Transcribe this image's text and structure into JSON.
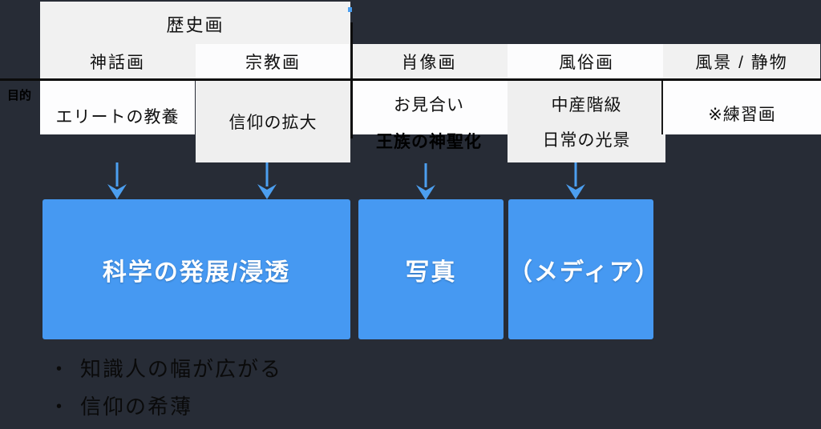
{
  "colors": {
    "background": "#272C36",
    "gray_box": "#F1F1F1",
    "white_box": "#FCFCFD",
    "gray_cell": "#EFEFEF",
    "white_cell": "#FDFDFE",
    "blue_box": "#4699F2",
    "arrow_blue": "#4C9FF0",
    "line_black": "#0B0B0B",
    "blue_box_text": "#FFFFFF"
  },
  "axis": {
    "label": "目的"
  },
  "history_group": {
    "title": "歴史画"
  },
  "columns": [
    {
      "header": "神話画",
      "purpose": "エリートの教養"
    },
    {
      "header": "宗教画",
      "purpose": "信仰の拡大"
    },
    {
      "header": "肖像画",
      "purpose": "お見合い",
      "purpose_overflow": "王族の神聖化"
    },
    {
      "header": "風俗画",
      "purpose_line1": "中産階級",
      "purpose_line2": "日常の光景"
    },
    {
      "header": "風景 / 静物",
      "purpose": "※練習画"
    }
  ],
  "icons": {
    "down_arrow": "↓"
  },
  "outcome_boxes": [
    {
      "label": "科学の発展/浸透"
    },
    {
      "label": "写真"
    },
    {
      "label": "（メディア）"
    }
  ],
  "bullets": {
    "glyph": "•",
    "items": [
      "知識人の幅が広がる",
      "信仰の希薄"
    ]
  }
}
